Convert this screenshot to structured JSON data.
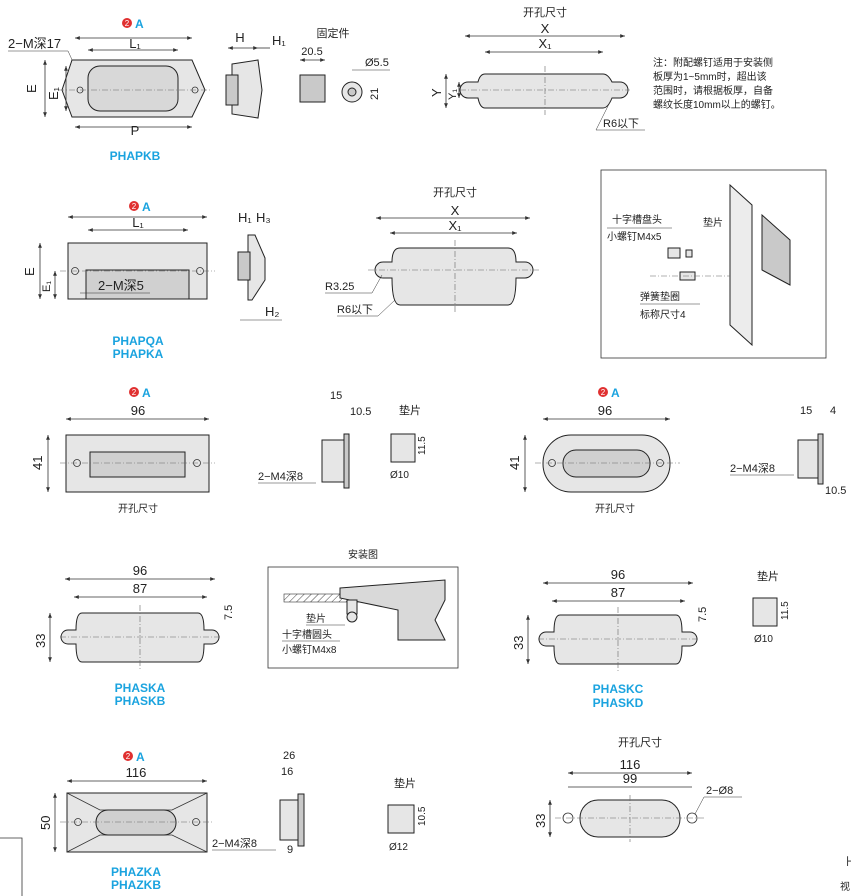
{
  "section1": {
    "code": "PHAPKB",
    "marker": "A",
    "marker_num": "2",
    "dims": {
      "m": "2−M深17",
      "l1": "L₁",
      "p": "P",
      "e": "E",
      "e1": "E₁",
      "h": "H",
      "h1": "H₁"
    },
    "fixing": {
      "title": "固定件",
      "d1": "20.5",
      "d2": "Ø5.5",
      "d3": "21"
    },
    "cutout": {
      "title": "开孔尺寸",
      "x": "X",
      "x1": "X₁",
      "y": "Y",
      "y1": "Y₁",
      "r": "R6以下"
    },
    "note": [
      "注：附配螺钉适用于安装侧",
      "板厚为1~5mm时，超出该",
      "范围时，请根据板厚，自备",
      "螺纹长度10mm以上的螺钉。"
    ]
  },
  "section2": {
    "codes": [
      "PHAPQA",
      "PHAPKA"
    ],
    "marker": "A",
    "marker_num": "2",
    "dims": {
      "m": "2−M深5",
      "l1": "L₁",
      "e": "E",
      "e1": "E₁",
      "h1": "H₁",
      "h3": "H₃",
      "h2": "H₂"
    },
    "cutout": {
      "title": "开孔尺寸",
      "x": "X",
      "x1": "X₁",
      "r1": "R3.25",
      "r2": "R6以下"
    },
    "assembly": {
      "screw": "十字槽盘头",
      "screw2": "小螺钉M4x5",
      "washer": "垫片",
      "spring": "弹簧垫圈",
      "spring2": "标称尺寸4"
    }
  },
  "section3": {
    "left": {
      "marker": "A",
      "marker_num": "2",
      "w": "96",
      "h": "41",
      "label": "开孔尺寸",
      "side_a": "15",
      "side_b": "10.5",
      "m": "2−M4深8",
      "washer_title": "垫片",
      "washer_h": "11.5",
      "washer_d": "Ø10"
    },
    "right": {
      "marker": "A",
      "marker_num": "2",
      "w": "96",
      "h": "41",
      "label": "开孔尺寸",
      "side_a": "15",
      "side_b": "4",
      "side_c": "10.5",
      "m": "2−M4深8"
    }
  },
  "section4": {
    "left": {
      "codes": [
        "PHASKA",
        "PHASKB"
      ],
      "w": "96",
      "w1": "87",
      "h": "33",
      "h1": "7.5"
    },
    "install": {
      "title": "安装图",
      "washer": "垫片",
      "screw": "十字槽圆头",
      "screw2": "小螺钉M4x8"
    },
    "right": {
      "codes": [
        "PHASKC",
        "PHASKD"
      ],
      "w": "96",
      "w1": "87",
      "h": "33",
      "h1": "7.5",
      "washer_title": "垫片",
      "washer_h": "11.5",
      "washer_d": "Ø10"
    }
  },
  "section5": {
    "left": {
      "codes": [
        "PHAZKA",
        "PHAZKB"
      ],
      "marker": "A",
      "marker_num": "2",
      "w": "116",
      "h": "50",
      "side_a": "26",
      "side_b": "16",
      "side_c": "9",
      "m": "2−M4深8",
      "washer_title": "垫片",
      "washer_h": "10.5",
      "washer_d": "Ø12"
    },
    "cutout": {
      "title": "开孔尺寸",
      "w": "116",
      "w1": "99",
      "h": "33",
      "holes": "2−Ø8"
    }
  },
  "corner": {
    "glyph": "视"
  }
}
